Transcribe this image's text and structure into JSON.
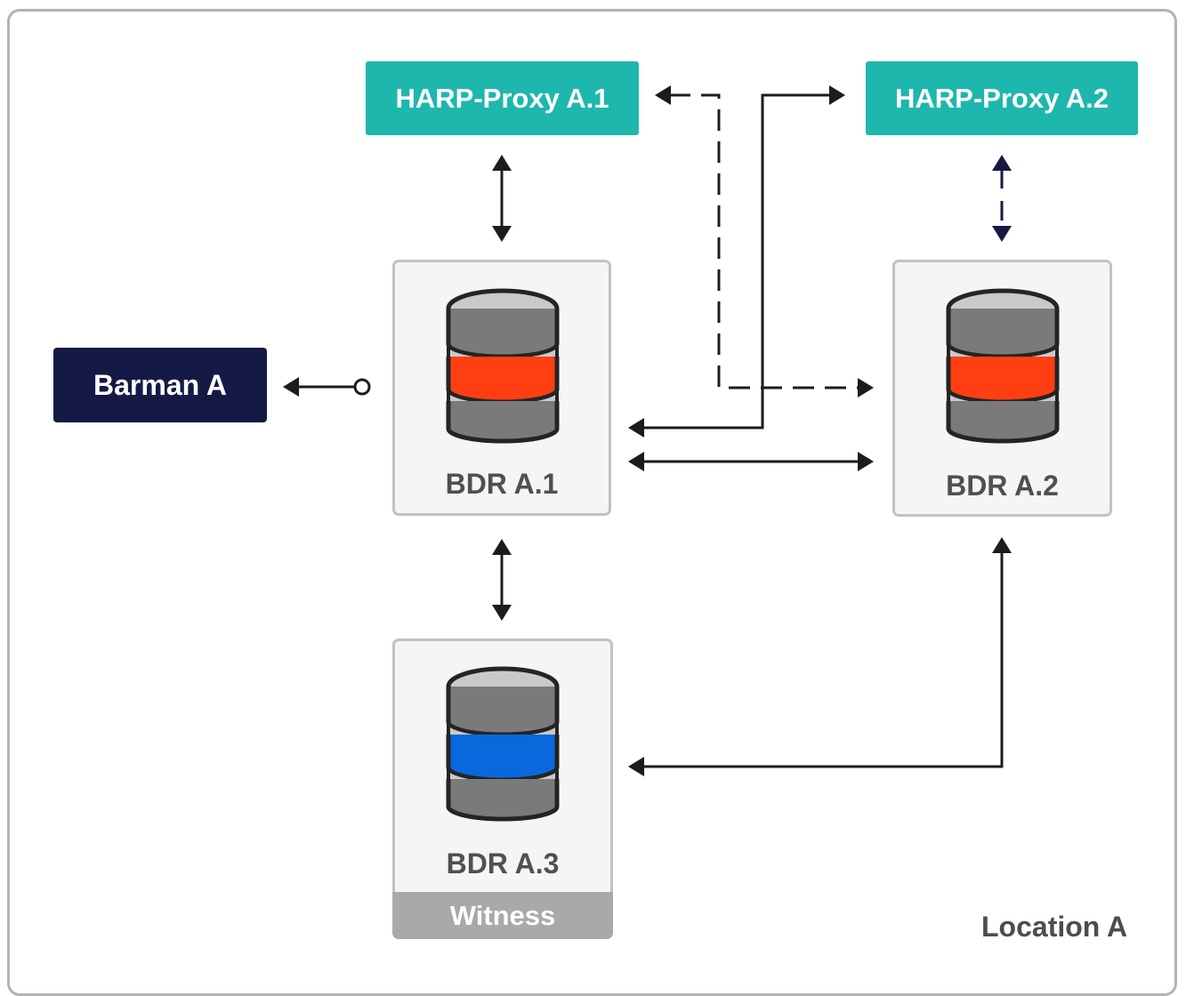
{
  "proxies": {
    "a1": "HARP-Proxy A.1",
    "a2": "HARP-Proxy A.2"
  },
  "barman": "Barman A",
  "nodes": {
    "a1": "BDR A.1",
    "a2": "BDR A.2",
    "a3": "BDR A.3"
  },
  "witness_label": "Witness",
  "location_label": "Location A",
  "colors": {
    "proxy": "#1eb7ad",
    "barman": "#151a45",
    "data_node_band": "#ff3f12",
    "witness_band": "#0a68dd",
    "witness_bar": "#a9a9ab"
  }
}
